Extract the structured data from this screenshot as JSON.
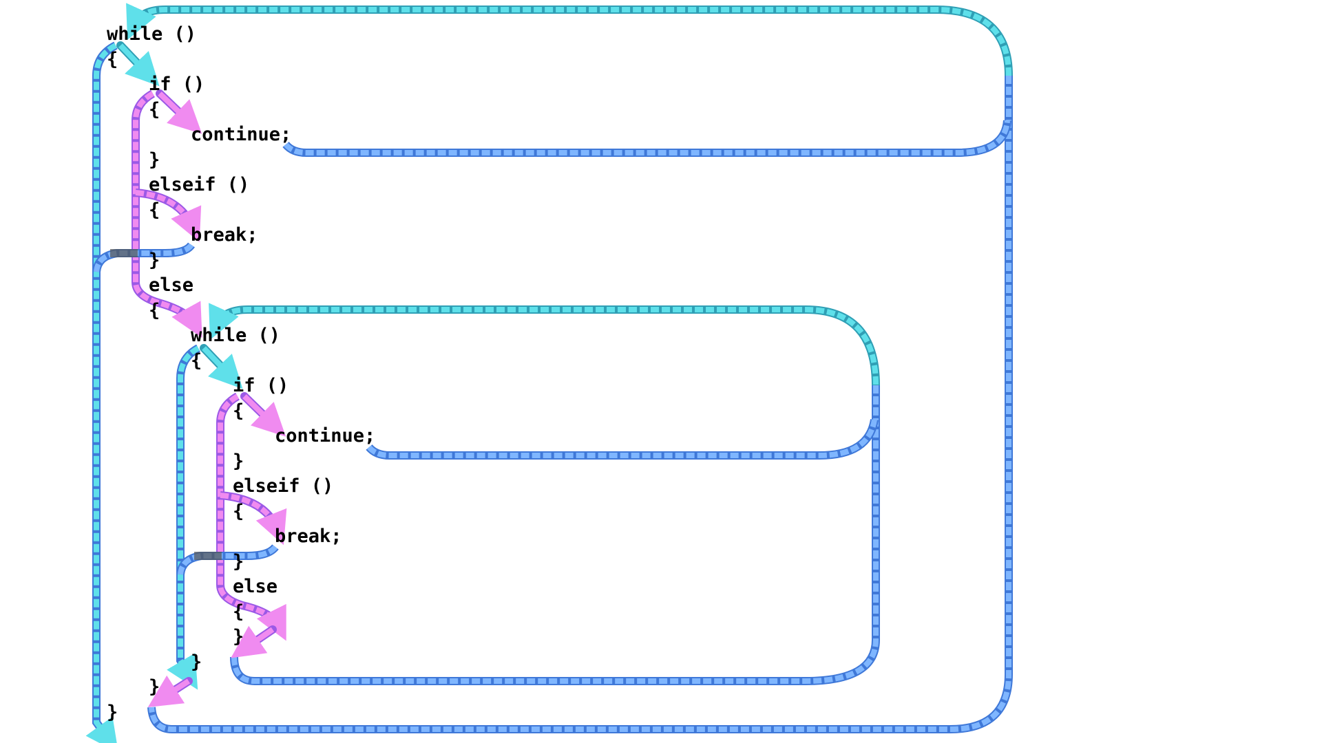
{
  "lines": [
    "while ()",
    "{",
    "if ()",
    "{",
    "continue;",
    "}",
    "elseif ()",
    "{",
    "break;",
    "}",
    "else",
    "{",
    "while ()",
    "{",
    "if ()",
    "{",
    "continue;",
    "}",
    "elseif ()",
    "{",
    "break;",
    "}",
    "else",
    "{",
    "}",
    "}",
    "}",
    "}"
  ],
  "colors": {
    "loop_flow": "#5fe0ea",
    "loop_flow_dark": "#2f9fb5",
    "exit_flow": "#7fb6ff",
    "exit_flow_dark": "#3f78d8",
    "branch_flow": "#f08bf0",
    "branch_flow_dark": "#9b59e6",
    "junction": "#555555",
    "text": "#000000"
  }
}
